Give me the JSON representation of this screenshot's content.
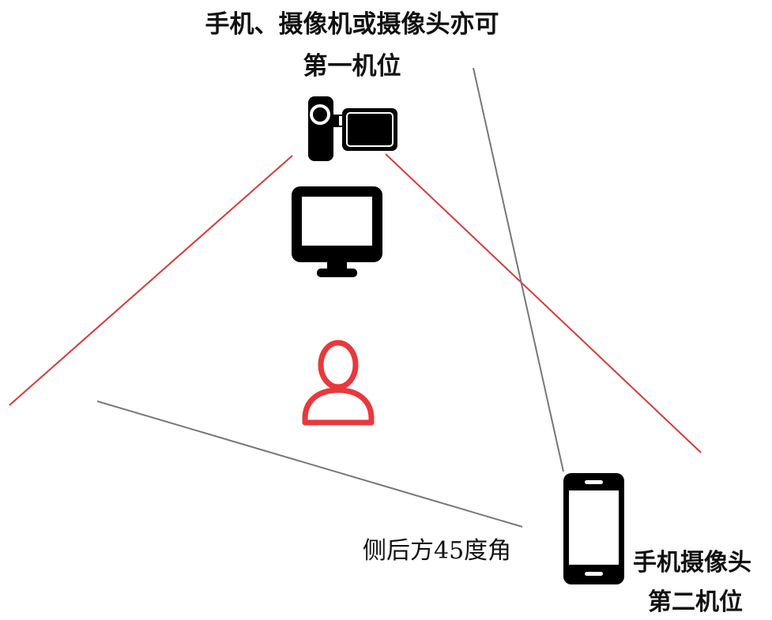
{
  "labels": {
    "top_caption_line1": "手机、摄像机或摄像头亦可",
    "top_caption_line2": "第一机位",
    "side_angle": "侧后方45度角",
    "phone_caption_line1": "手机摄像头",
    "phone_caption_line2": "第二机位"
  },
  "icons": {
    "camera": "video-camera-icon",
    "monitor": "monitor-icon",
    "person": "person-icon",
    "phone": "smartphone-icon"
  },
  "colors": {
    "first_camera_view_lines": "#d83a3a",
    "second_camera_view_lines": "#777777",
    "person": "#e8383d",
    "icons": "#000000",
    "text": "#111111"
  }
}
